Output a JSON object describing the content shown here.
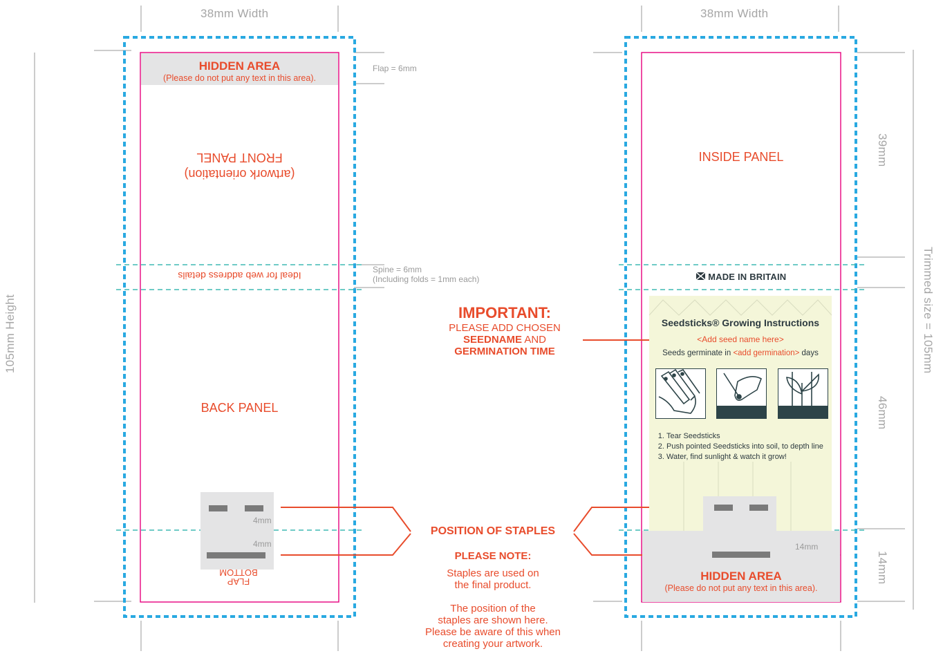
{
  "dimensions": {
    "width_left": "38mm Width",
    "width_right": "38mm Width",
    "height_left": "105mm Height",
    "trimmed": "Trimmed size = 105mm",
    "seg_39": "39mm",
    "seg_46": "46mm",
    "seg_14": "14mm"
  },
  "notes": {
    "flap": "Flap = 6mm",
    "spine": "Spine = 6mm",
    "spine_sub": "(Including folds = 1mm each)",
    "staple_4mm_a": "4mm",
    "staple_4mm_b": "4mm",
    "staple_14mm": "14mm"
  },
  "left_panel": {
    "hidden_title": "HIDDEN AREA",
    "hidden_sub": "(Please do not put any text in this area).",
    "front_line1": "FRONT PANEL",
    "front_line2": "(artwork orientation)",
    "spine_text": "Ideal for web address details",
    "back_panel": "BACK PANEL",
    "bottom_line1": "BOTTOM",
    "bottom_line2": "FLAP"
  },
  "right_panel": {
    "inside_panel": "INSIDE PANEL",
    "made_in": "MADE IN BRITAIN",
    "instructions_title": "Seedsticks® Growing Instructions",
    "seed_name": "<Add seed name here>",
    "germ_prefix": "Seeds germinate in ",
    "germ_value": "<add germination>",
    "germ_suffix": " days",
    "steps": [
      "Tear Seedsticks",
      "Push pointed Seedsticks into soil, to depth line",
      "Water, find sunlight & watch it grow!"
    ],
    "hidden_title": "HIDDEN AREA",
    "hidden_sub": "(Please do not put any text in this area)."
  },
  "important": {
    "title": "IMPORTANT:",
    "line1": "PLEASE ADD CHOSEN",
    "line2_bold": "SEEDNAME",
    "line2_rest": " AND",
    "line3": "GERMINATION TIME"
  },
  "staples_note": {
    "title": "POSITION OF STAPLES",
    "note_title": "PLEASE NOTE:",
    "note_line1": "Staples are used on",
    "note_line2": "the final product.",
    "note_line3": "The position of the",
    "note_line4": "staples are shown here.",
    "note_line5": "Please be aware of this when",
    "note_line6": "creating your artwork."
  },
  "colors": {
    "bleed_dashed": "#29a9e1",
    "fold_dashed": "#3fb9b4",
    "trim_line": "#e6007e",
    "accent": "#e84c2c",
    "hidden_fill": "#e4e4e5",
    "dimension_grey": "#a6a6a6",
    "card_fill": "#f4f6d9",
    "icon_dark": "#2d4448"
  },
  "icons": [
    "tear-hand-icon",
    "push-finger-icon",
    "plant-sprout-icon",
    "britain-flag-icon"
  ]
}
